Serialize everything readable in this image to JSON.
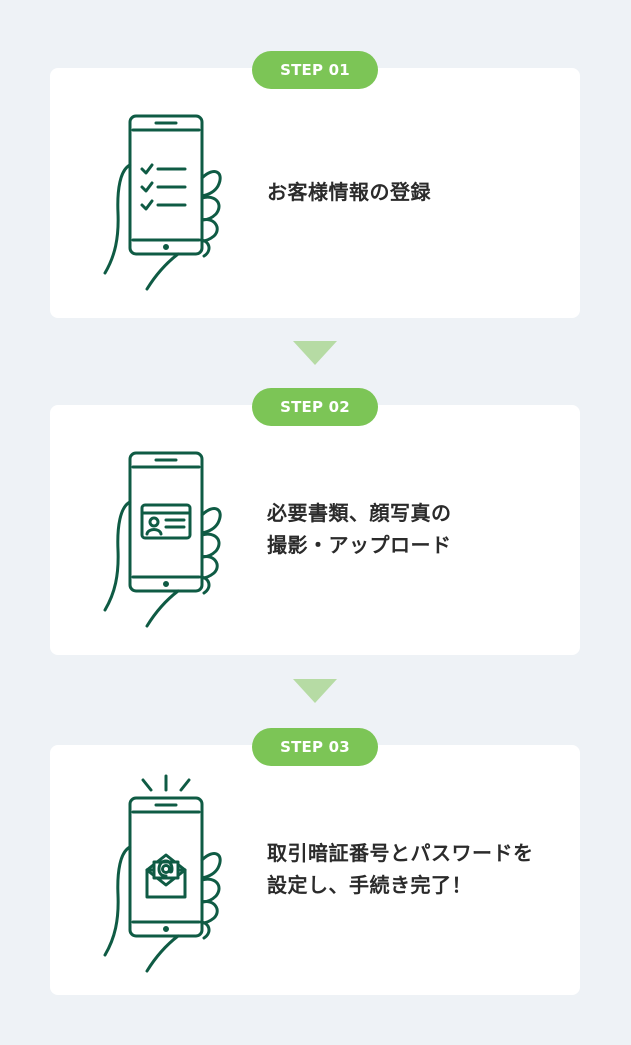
{
  "steps": [
    {
      "badge": "STEP 01",
      "lines": [
        "お客様情報の登録"
      ],
      "icon": "checklist-phone-icon"
    },
    {
      "badge": "STEP 02",
      "lines": [
        "必要書類、顔写真の",
        "撮影・アップロード"
      ],
      "icon": "id-card-phone-icon"
    },
    {
      "badge": "STEP 03",
      "lines": [
        "取引暗証番号とパスワードを",
        "設定し、手続き完了！"
      ],
      "icon": "mail-phone-icon"
    }
  ],
  "colors": {
    "background": "#eef2f6",
    "card": "#ffffff",
    "badge": "#7cc556",
    "arrow": "#b6dba4",
    "icon_stroke": "#0f5b44",
    "text": "#2b2b2b"
  }
}
